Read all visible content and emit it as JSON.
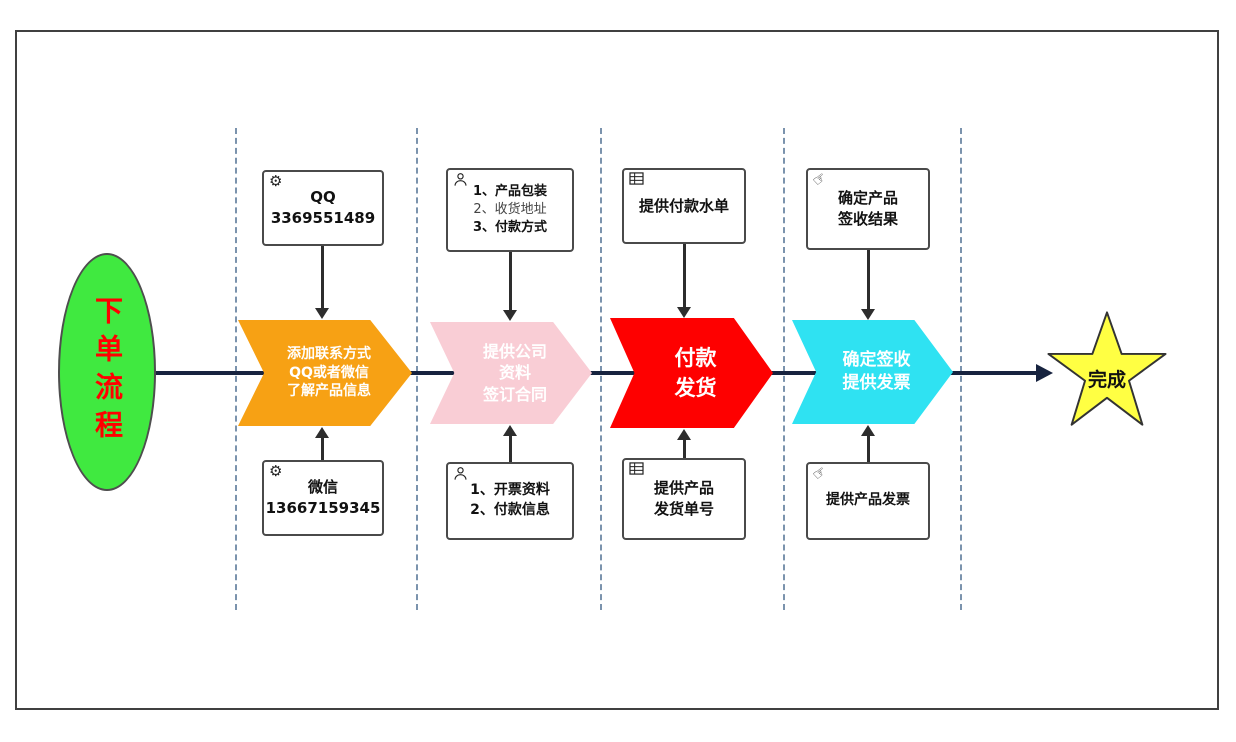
{
  "process": {
    "start_label": "下单流程",
    "end_label": "完成"
  },
  "stages": [
    {
      "arrow": [
        "添加联系方式",
        "QQ或者微信",
        "了解产品信息"
      ],
      "top_box": {
        "icon": "gear-icon",
        "lines": [
          "QQ",
          "3369551489"
        ]
      },
      "bottom_box": {
        "icon": "gear-icon",
        "lines": [
          "微信",
          "13667159345"
        ]
      }
    },
    {
      "arrow": [
        "提供公司",
        "资料",
        "签订合同"
      ],
      "top_box": {
        "icon": "worker-icon",
        "lines": [
          "1、产品包装",
          "2、收货地址",
          "3、付款方式"
        ]
      },
      "bottom_box": {
        "icon": "worker-icon",
        "lines": [
          "1、开票资料",
          "2、付款信息"
        ]
      }
    },
    {
      "arrow": [
        "付款",
        "发货"
      ],
      "top_box": {
        "icon": "table-icon",
        "lines": [
          "提供付款水单"
        ]
      },
      "bottom_box": {
        "icon": "table-icon",
        "lines": [
          "提供产品",
          "发货单号"
        ]
      }
    },
    {
      "arrow": [
        "确定签收",
        "提供发票"
      ],
      "top_box": {
        "icon": "hand-pointer-icon",
        "lines": [
          "确定产品",
          "签收结果"
        ]
      },
      "bottom_box": {
        "icon": "hand-pointer-icon",
        "lines": [
          "提供产品发票"
        ]
      }
    }
  ],
  "icons": {
    "gear_glyph": "⚙",
    "hand_glyph": "☞"
  },
  "colors": {
    "stage_arrow_colors": [
      "#f7a114",
      "#f9cdd5",
      "#fe0000",
      "#2fe2f2"
    ],
    "start_fill": "#40e940",
    "start_text": "#ff0000",
    "end_fill": "#ffff43",
    "main_line": "#17233f",
    "dashed_line": "#7b93ad",
    "arrow_text": "#ffffff"
  }
}
